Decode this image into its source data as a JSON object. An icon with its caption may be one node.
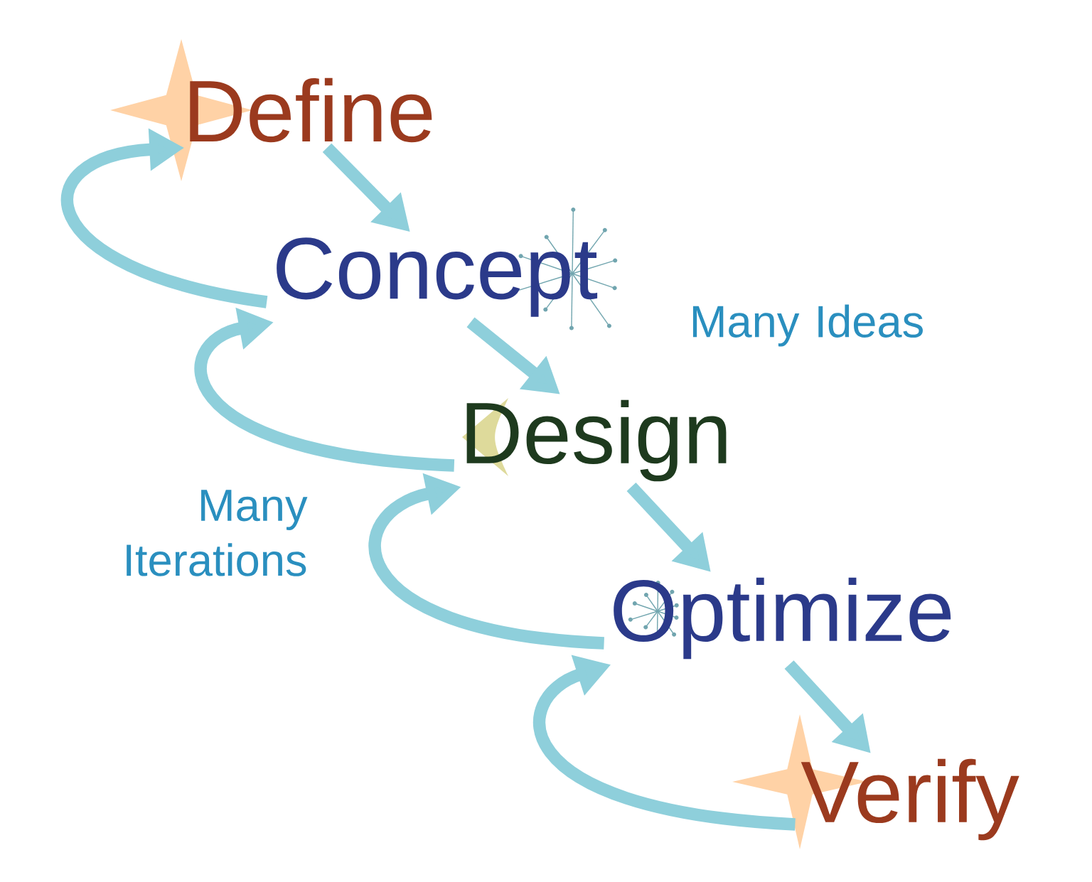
{
  "diagram": {
    "nodes": [
      {
        "text": [
          "Define"
        ]
      },
      {
        "text": [
          "Concept"
        ]
      },
      {
        "text": [
          "Design"
        ]
      },
      {
        "text": [
          "Optimize"
        ]
      },
      {
        "text": [
          "Verify"
        ]
      }
    ],
    "edges": [
      {
        "from": 0,
        "to": 1,
        "arrow": "to"
      },
      {
        "from": 1,
        "to": 2,
        "arrow": "to"
      },
      {
        "from": 2,
        "to": 3,
        "arrow": "to"
      },
      {
        "from": 3,
        "to": 4,
        "arrow": "to"
      },
      {
        "from": 1,
        "to": 0,
        "arrow": "to"
      },
      {
        "from": 2,
        "to": 1,
        "arrow": "to"
      },
      {
        "from": 3,
        "to": 2,
        "arrow": "to"
      },
      {
        "from": 4,
        "to": 3,
        "arrow": "to"
      }
    ],
    "labels": [
      "Many Ideas",
      "Many Iterations"
    ]
  }
}
